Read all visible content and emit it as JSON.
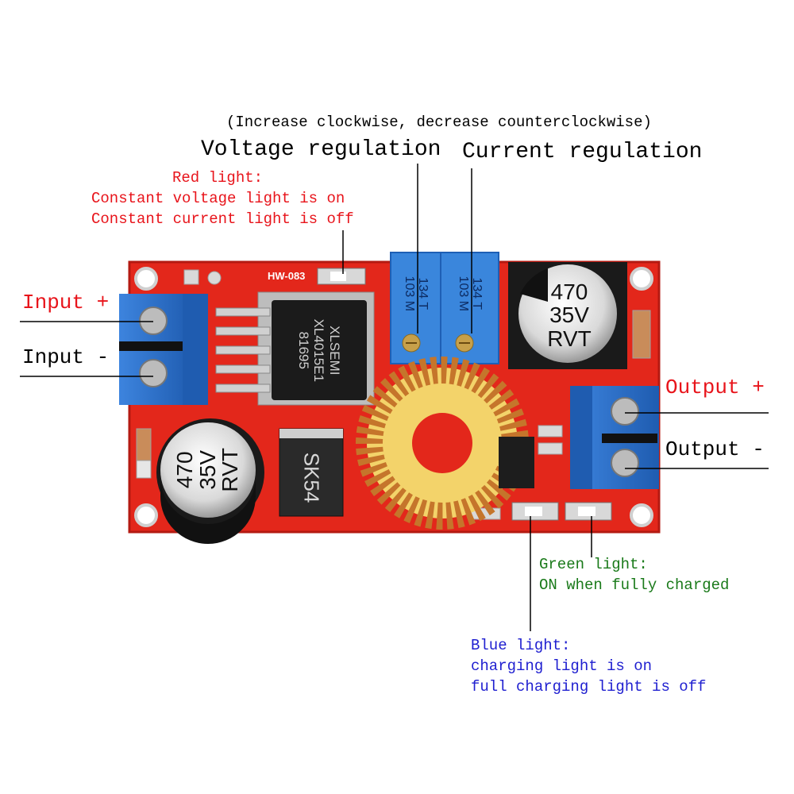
{
  "annotations": {
    "adjust_note": "(Increase clockwise, decrease counterclockwise)",
    "voltage_regulation": "Voltage regulation",
    "current_regulation": "Current regulation",
    "red_light": {
      "title": "Red light:",
      "line1": "Constant voltage light is on",
      "line2": "Constant current light is off"
    },
    "input_plus": "Input +",
    "input_minus": "Input -",
    "output_plus": "Output +",
    "output_minus": "Output -",
    "green_light": {
      "title": "Green light:",
      "line1": "ON when fully charged"
    },
    "blue_light": {
      "title": "Blue light:",
      "line1": "charging light is on",
      "line2": "full charging light is off"
    }
  },
  "board": {
    "model_label": "HW-083",
    "chip": {
      "brand": "XLSEMI",
      "part": "XL4015E1",
      "code": "81695"
    },
    "diode": "SK54",
    "capacitor": {
      "value": "470",
      "voltage": "35V",
      "series": "RVT"
    },
    "potentiometer": {
      "line1": "134",
      "line2": "T",
      "line3": "103",
      "line4": "M"
    }
  },
  "colors": {
    "red_text": "#e8141b",
    "green_text": "#1a7a1a",
    "blue_text": "#1f1fd0",
    "pcb": "#e0281c",
    "terminal": "#2f6fc6"
  }
}
